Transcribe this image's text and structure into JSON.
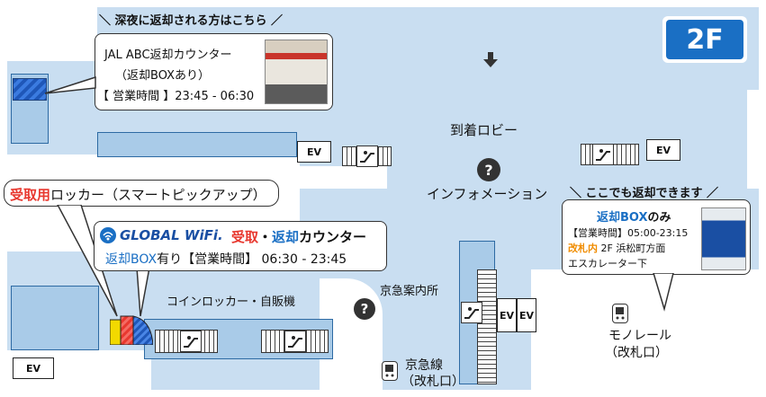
{
  "floor": {
    "label": "2F",
    "color": "#1a6fc4"
  },
  "colors": {
    "accent_red": "#e8382f",
    "accent_blue": "#1a6fc4",
    "floor_fill": "#c9def1",
    "orange": "#f08c00"
  },
  "night_banner": "＼ 深夜に返却される方はこちら ／",
  "jal_counter": {
    "name": "JAL ABC返却カウンター",
    "box_note": "（返却BOXあり）",
    "hours": "【 営業時間 】23:45 - 06:30"
  },
  "arrival_lobby": "到着ロビー",
  "information": "インフォメーション",
  "info_icon": "?",
  "pickup_locker": {
    "red_part": "受取用",
    "rest": "ロッカー（スマートピックアップ）"
  },
  "global_wifi": {
    "logo_text": "GLOBAL WiFi.",
    "receive": "受取",
    "dot": "・",
    "return": "返却",
    "counter": "カウンター",
    "box_blue": "返却BOX",
    "box_rest": "有り【営業時間】 06:30 - 23:45"
  },
  "coin_locker": "コインロッカー・自販機",
  "keikyu_info": "京急案内所",
  "keikyu_line": {
    "line1": "京急線",
    "line2": "（改札口）"
  },
  "monorail": {
    "line1": "モノレール",
    "line2": "（改札口）"
  },
  "return_here": {
    "banner": "＼ ここでも返却できます ／",
    "box_blue": "返却BOX",
    "box_rest": "のみ",
    "hours": "【営業時間】05:00-23:15",
    "orange_part": "改札内",
    "place": " 2F 浜松町方面",
    "escalator": "エスカレーター下"
  },
  "ev_labels": {
    "ev1": "EV",
    "ev2": "EV",
    "ev3": "EV",
    "ev4": "EV",
    "ev5": "EV"
  }
}
